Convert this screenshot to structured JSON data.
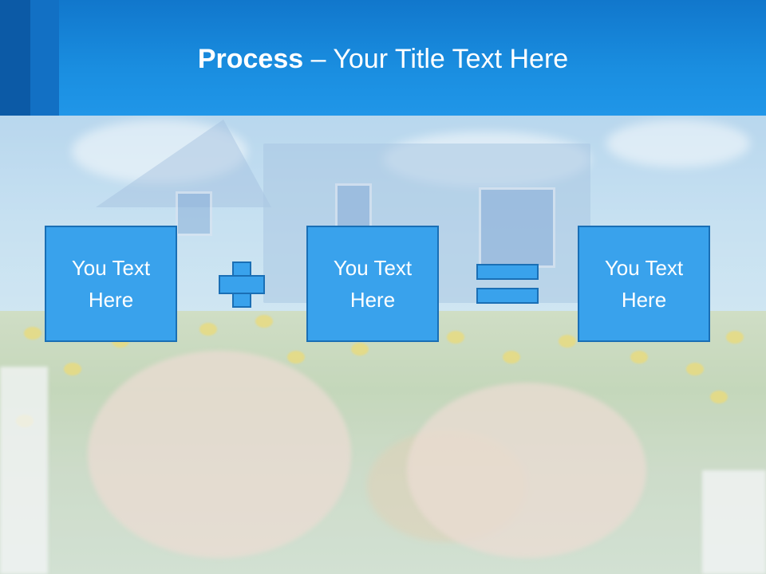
{
  "slide": {
    "title_bold": "Process",
    "title_rest": " – Your Title Text Here"
  },
  "process": {
    "boxes": [
      {
        "text": "You Text Here"
      },
      {
        "text": "You Text Here"
      },
      {
        "text": "You Text Here"
      }
    ],
    "operators": [
      "plus",
      "equals"
    ]
  },
  "colors": {
    "header": "#1a8ee0",
    "box_fill": "#39a2ec",
    "box_border": "#1a6fb5",
    "text": "#ffffff"
  }
}
